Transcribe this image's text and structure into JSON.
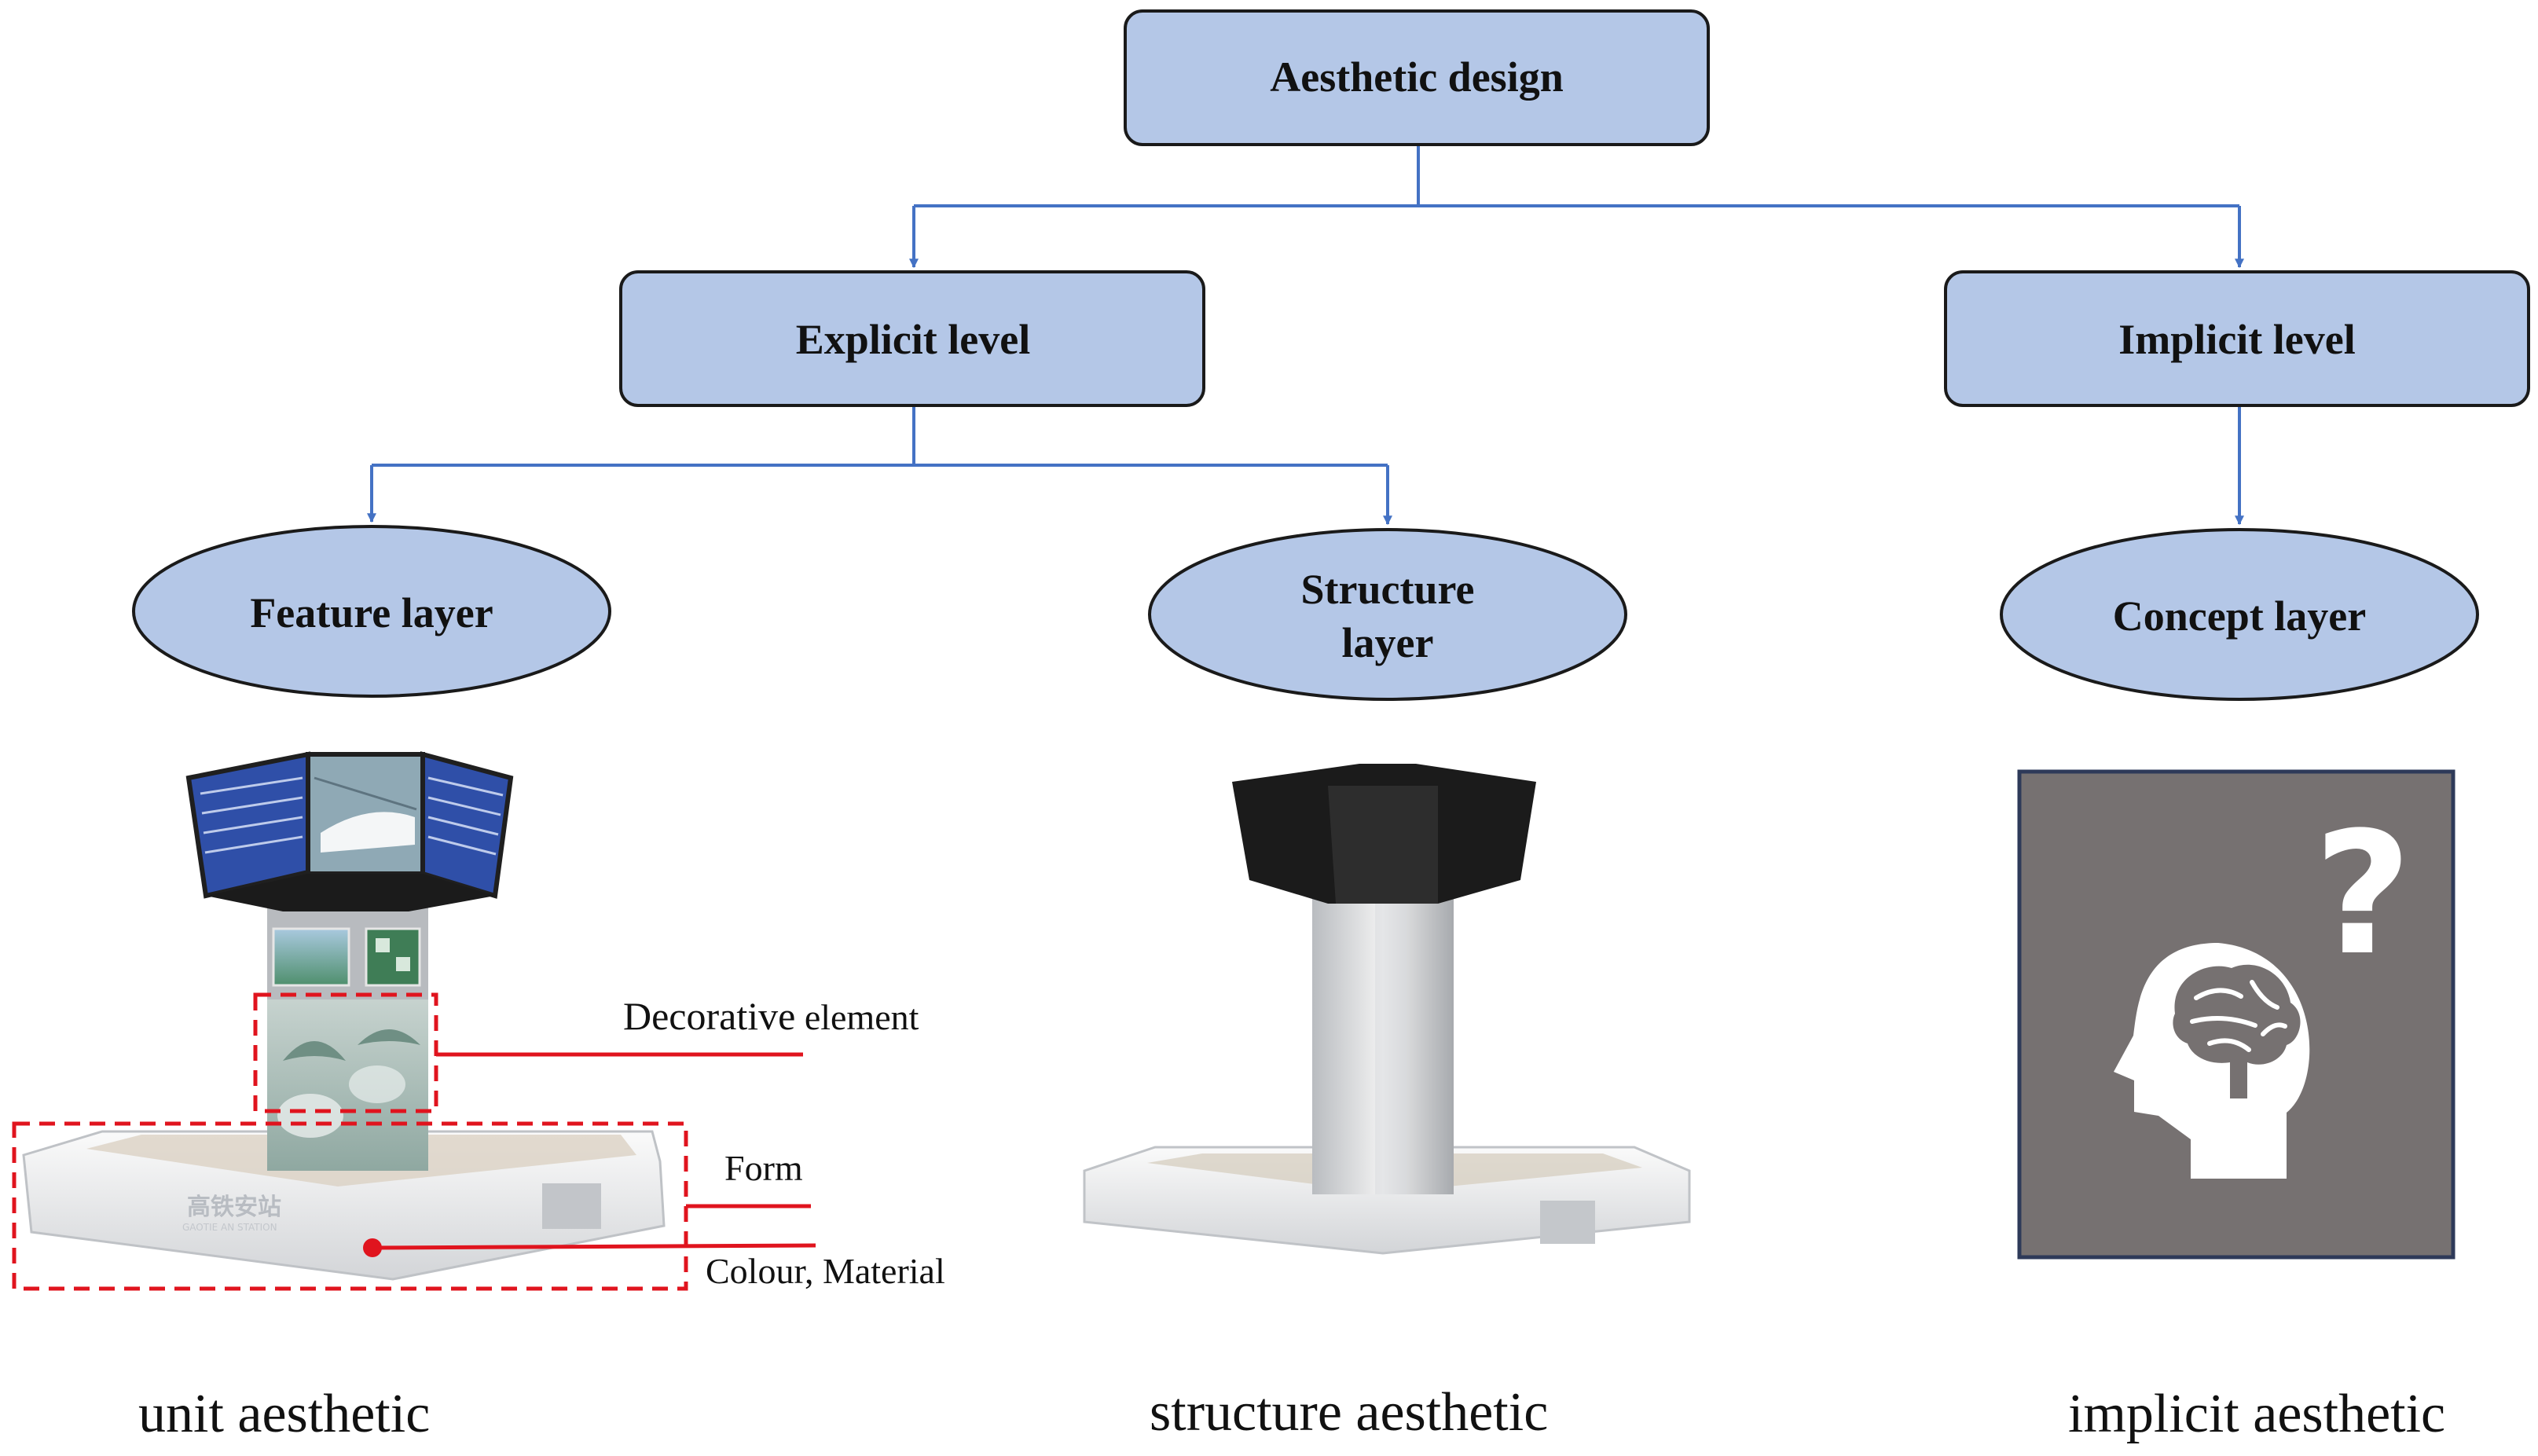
{
  "nodes": {
    "aesthetic_design": "Aesthetic design",
    "explicit_level": "Explicit level",
    "implicit_level": "Implicit level",
    "feature_layer": "Feature layer",
    "structure_layer_line1": "Structure",
    "structure_layer_line2": "layer",
    "concept_layer": "Concept layer"
  },
  "annotations": {
    "decorative_main": "Decorative",
    "decorative_sub": " element",
    "form": "Form",
    "colour_material": "Colour, Material"
  },
  "signage": {
    "station_name": "高铁安站",
    "station_sub": "GAOTIE AN STATION"
  },
  "icons": {
    "question": "?"
  },
  "captions": {
    "unit": "unit aesthetic",
    "structure": "structure aesthetic",
    "implicit": "implicit aesthetic"
  },
  "colors": {
    "box_fill": "#b4c7e7",
    "box_stroke": "#1a1a1a",
    "connector": "#4472c4",
    "annotation_red": "#e0141e",
    "concept_bg": "#767171",
    "concept_border": "#2e3a59",
    "screen_blue": "#2f4fa8",
    "kiosk_black": "#1b1b1b"
  }
}
